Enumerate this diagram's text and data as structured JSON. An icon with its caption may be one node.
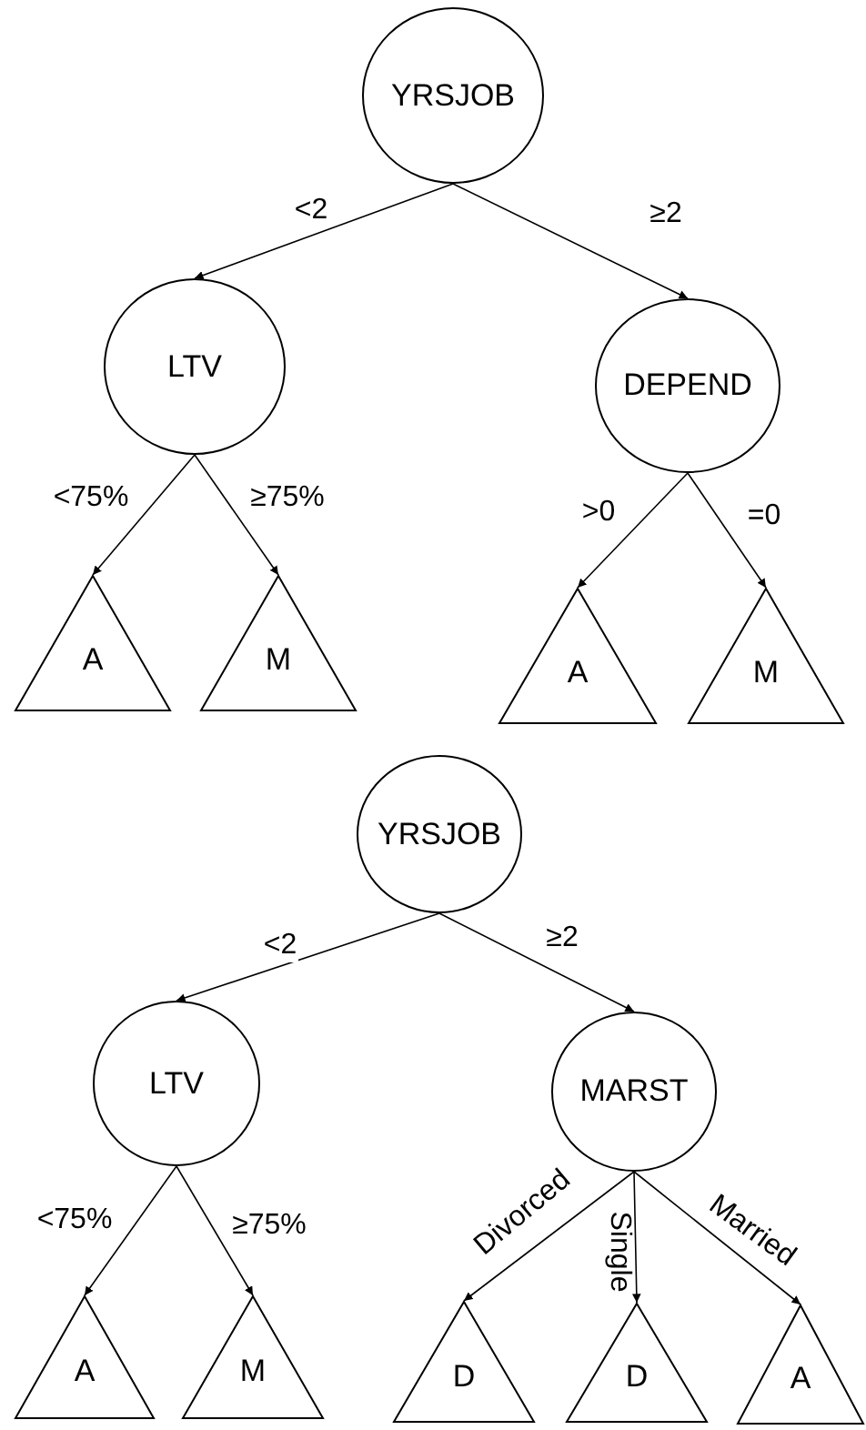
{
  "diagram": {
    "nodes": [
      {
        "text": [
          "YRSJOB"
        ]
      },
      {
        "text": [
          "LTV"
        ]
      },
      {
        "text": [
          "DEPEND"
        ]
      },
      {
        "text": [
          "A"
        ]
      },
      {
        "text": [
          "M"
        ]
      },
      {
        "text": [
          "A"
        ]
      },
      {
        "text": [
          "M"
        ]
      },
      {
        "text": [
          "YRSJOB"
        ]
      },
      {
        "text": [
          "LTV"
        ]
      },
      {
        "text": [
          "MARST"
        ]
      },
      {
        "text": [
          "A"
        ]
      },
      {
        "text": [
          "M"
        ]
      },
      {
        "text": [
          "D"
        ]
      },
      {
        "text": [
          "D"
        ]
      },
      {
        "text": [
          "A"
        ]
      }
    ],
    "edges": [
      {
        "from": 0,
        "to": 1,
        "arrow": "to",
        "label": "<2"
      },
      {
        "from": 0,
        "to": 2,
        "arrow": "to",
        "label": "≥2"
      },
      {
        "from": 1,
        "to": 3,
        "arrow": "to",
        "label": "<75%"
      },
      {
        "from": 1,
        "to": 4,
        "arrow": "to",
        "label": "≥75%"
      },
      {
        "from": 2,
        "to": 5,
        "arrow": "to",
        "label": ">0"
      },
      {
        "from": 2,
        "to": 6,
        "arrow": "to",
        "label": "=0"
      },
      {
        "from": 7,
        "to": 8,
        "arrow": "to",
        "label": "<2"
      },
      {
        "from": 7,
        "to": 9,
        "arrow": "to",
        "label": "≥2"
      },
      {
        "from": 8,
        "to": 10,
        "arrow": "to",
        "label": "<75%"
      },
      {
        "from": 8,
        "to": 11,
        "arrow": "to",
        "label": "≥75%"
      },
      {
        "from": 9,
        "to": 12,
        "arrow": "to",
        "label": "Divorced"
      },
      {
        "from": 9,
        "to": 13,
        "arrow": "to",
        "label": "Single"
      },
      {
        "from": 9,
        "to": 14,
        "arrow": "to",
        "label": "Married"
      }
    ]
  }
}
